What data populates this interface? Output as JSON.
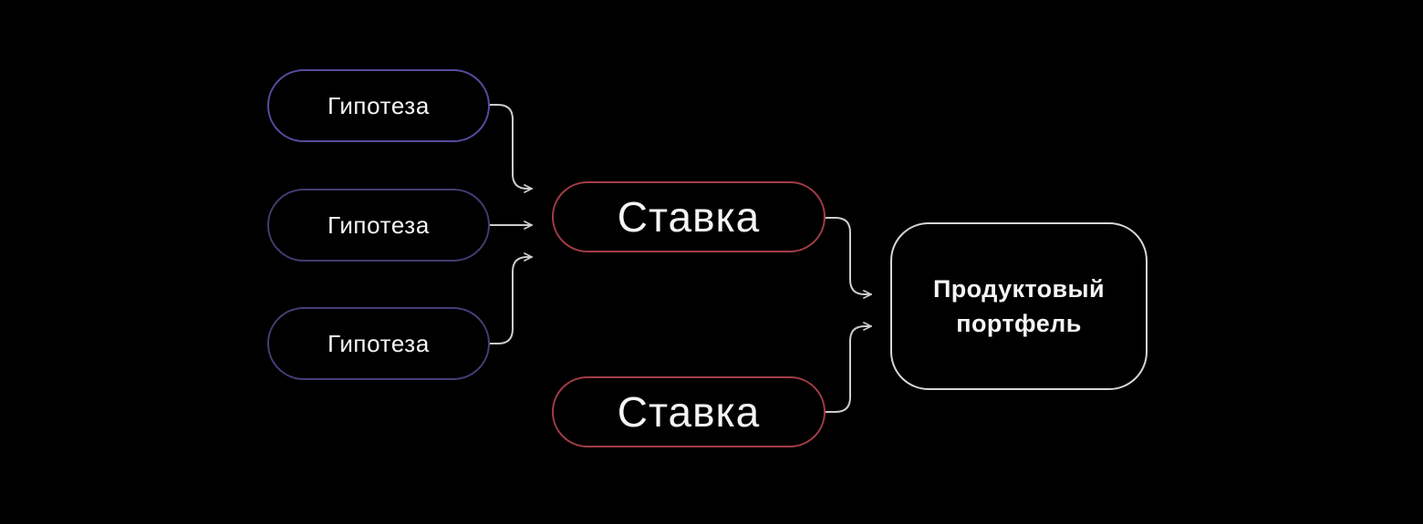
{
  "colors": {
    "background": "#000000",
    "connector": "#cccccc",
    "text": "#f5f5f5",
    "hypothesis_border_1": "#5a4a9e",
    "hypothesis_border_2": "#473a72",
    "hypothesis_border_3": "#4a3c78",
    "bet_border": "#a13c46",
    "portfolio_border": "#d6d6d6"
  },
  "nodes": {
    "hypotheses": [
      {
        "label": "Гипотеза"
      },
      {
        "label": "Гипотеза"
      },
      {
        "label": "Гипотеза"
      }
    ],
    "bets": [
      {
        "label": "Ставка"
      },
      {
        "label": "Ставка"
      }
    ],
    "portfolio": {
      "line1": "Продуктовый",
      "line2": "портфель"
    }
  }
}
